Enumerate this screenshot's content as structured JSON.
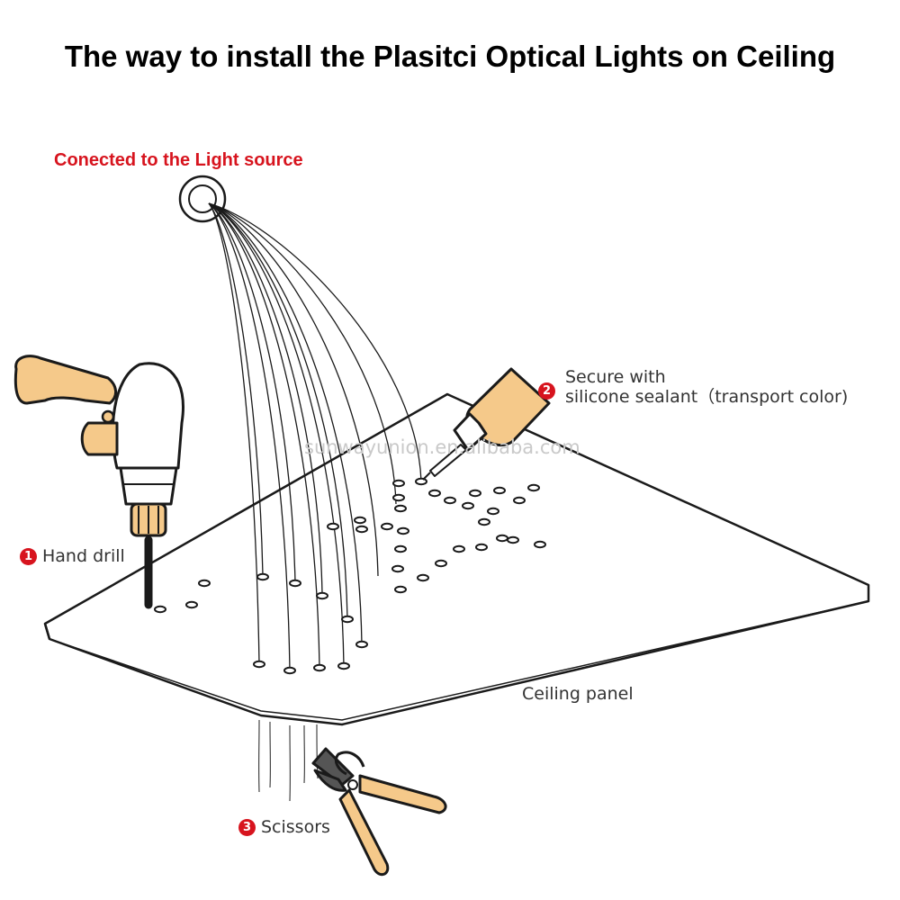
{
  "title": "The way to install the Plasitci Optical Lights on Ceiling",
  "light_source_label": "Conected to the Light source",
  "steps": [
    {
      "number": "1",
      "label": "Hand drill"
    },
    {
      "number": "2",
      "label_line1": "Secure with",
      "label_line2": "silicone sealant（transport color)"
    },
    {
      "number": "3",
      "label": "Scissors"
    }
  ],
  "panel_label": "Ceiling panel",
  "watermark": "sunwayunion.en.alibaba.com",
  "colors": {
    "accent_red": "#d7141e",
    "tool_orange": "#f5c98a",
    "line": "#1a1a1a"
  }
}
